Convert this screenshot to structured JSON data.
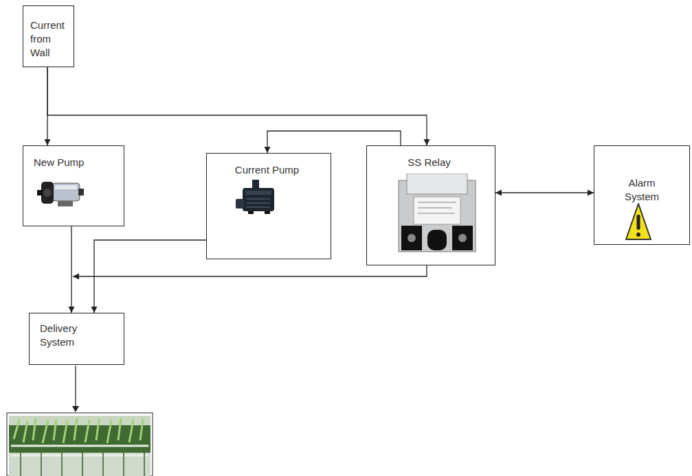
{
  "diagram": {
    "nodes": [
      {
        "text": [
          "Current from Wall"
        ]
      },
      {
        "text": [
          "New Pump"
        ]
      },
      {
        "text": [
          "Current Pump"
        ]
      },
      {
        "text": [
          "SS Relay"
        ]
      },
      {
        "text": [
          "Alarm System"
        ]
      },
      {
        "text": [
          "Delivery System"
        ]
      }
    ],
    "edges": [
      {
        "from": 0,
        "to": 1,
        "arrow": "to"
      },
      {
        "from": 0,
        "to": 3,
        "arrow": "to"
      },
      {
        "from": 3,
        "to": 2,
        "arrow": "to"
      },
      {
        "from": 3,
        "to": 4,
        "arrow": "both"
      },
      {
        "from": 2,
        "to": 5,
        "arrow": "to"
      },
      {
        "from": 1,
        "to": 5,
        "arrow": "to"
      },
      {
        "from": 3,
        "to": 5,
        "arrow": "to"
      }
    ]
  }
}
